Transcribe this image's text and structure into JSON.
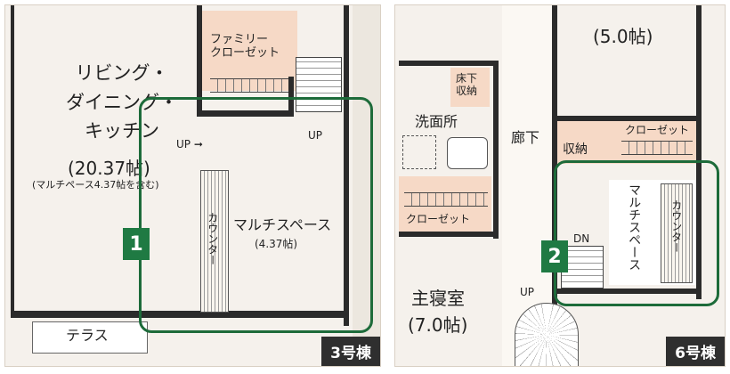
{
  "left": {
    "living": [
      "リビング・",
      "ダイニング・",
      "キッチン"
    ],
    "living_size": "(20.37帖)",
    "living_note": "(マルチペース4.37帖を含む)",
    "family_closet": [
      "ファミリー",
      "クローゼット"
    ],
    "up_arrow": "UP",
    "up_stair": "UP",
    "counter": "カウンター",
    "multi_space": "マルチスペース",
    "multi_space_size": "(4.37帖)",
    "badge": "1",
    "terrace": "テラス",
    "building": "3号棟"
  },
  "right": {
    "room_size_top": "(5.0帖)",
    "underfloor_storage": [
      "床下",
      "収納"
    ],
    "washroom": "洗面所",
    "corridor": "廊下",
    "storage": "収納",
    "closet_right": "クローゼット",
    "closet_left": "クローゼット",
    "multi_space": "マルチスペース",
    "counter": "カウンター",
    "dn": "DN",
    "badge": "2",
    "master_bedroom": "主寝室",
    "master_size": "(7.0帖)",
    "up": "UP",
    "building": "6号棟"
  },
  "colors": {
    "highlight": "#1d6b3a",
    "badge": "#1f7a43",
    "closet": "#f6d9c6",
    "floor": "#f5f1ec"
  }
}
